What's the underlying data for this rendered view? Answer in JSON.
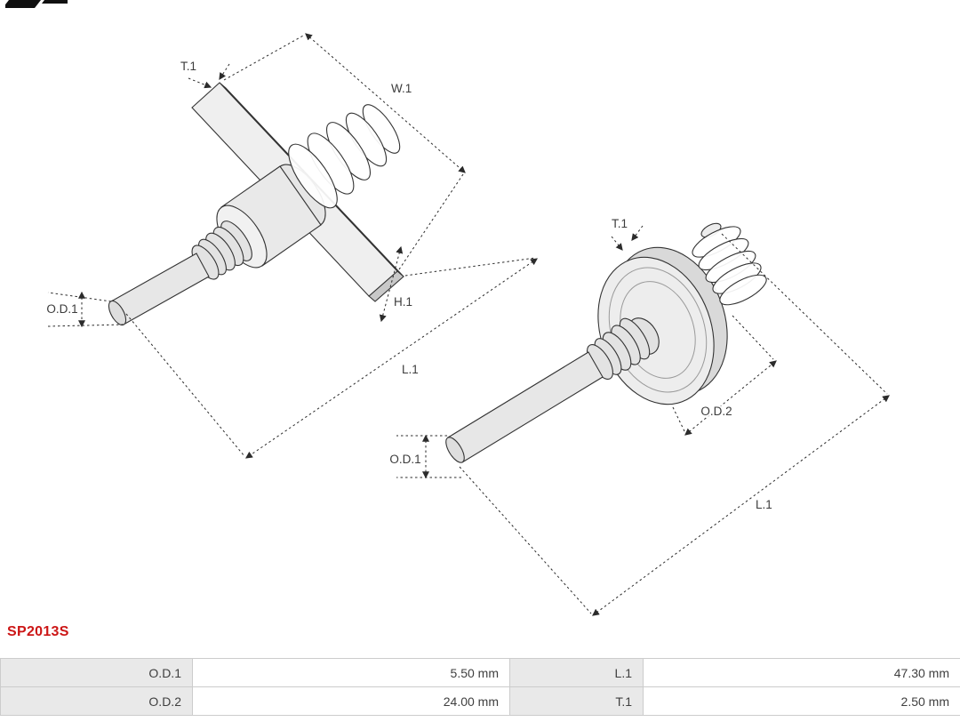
{
  "part_number": "SP2013S",
  "colors": {
    "part_number_red": "#cc1616",
    "drawing_line": "#333333",
    "dimension_line": "#2b2b2b",
    "table_border": "#cccccc",
    "table_label_bg": "#e9e9e9"
  },
  "diagram": {
    "labels": {
      "t1": "T.1",
      "w1": "W.1",
      "h1": "H.1",
      "l1": "L.1",
      "od1": "O.D.1",
      "od2": "O.D.2"
    }
  },
  "table": {
    "rows": [
      {
        "c": [
          "O.D.1",
          "5.50 mm",
          "L.1",
          "47.30 mm"
        ]
      },
      {
        "c": [
          "O.D.2",
          "24.00 mm",
          "T.1",
          "2.50 mm"
        ]
      }
    ]
  }
}
